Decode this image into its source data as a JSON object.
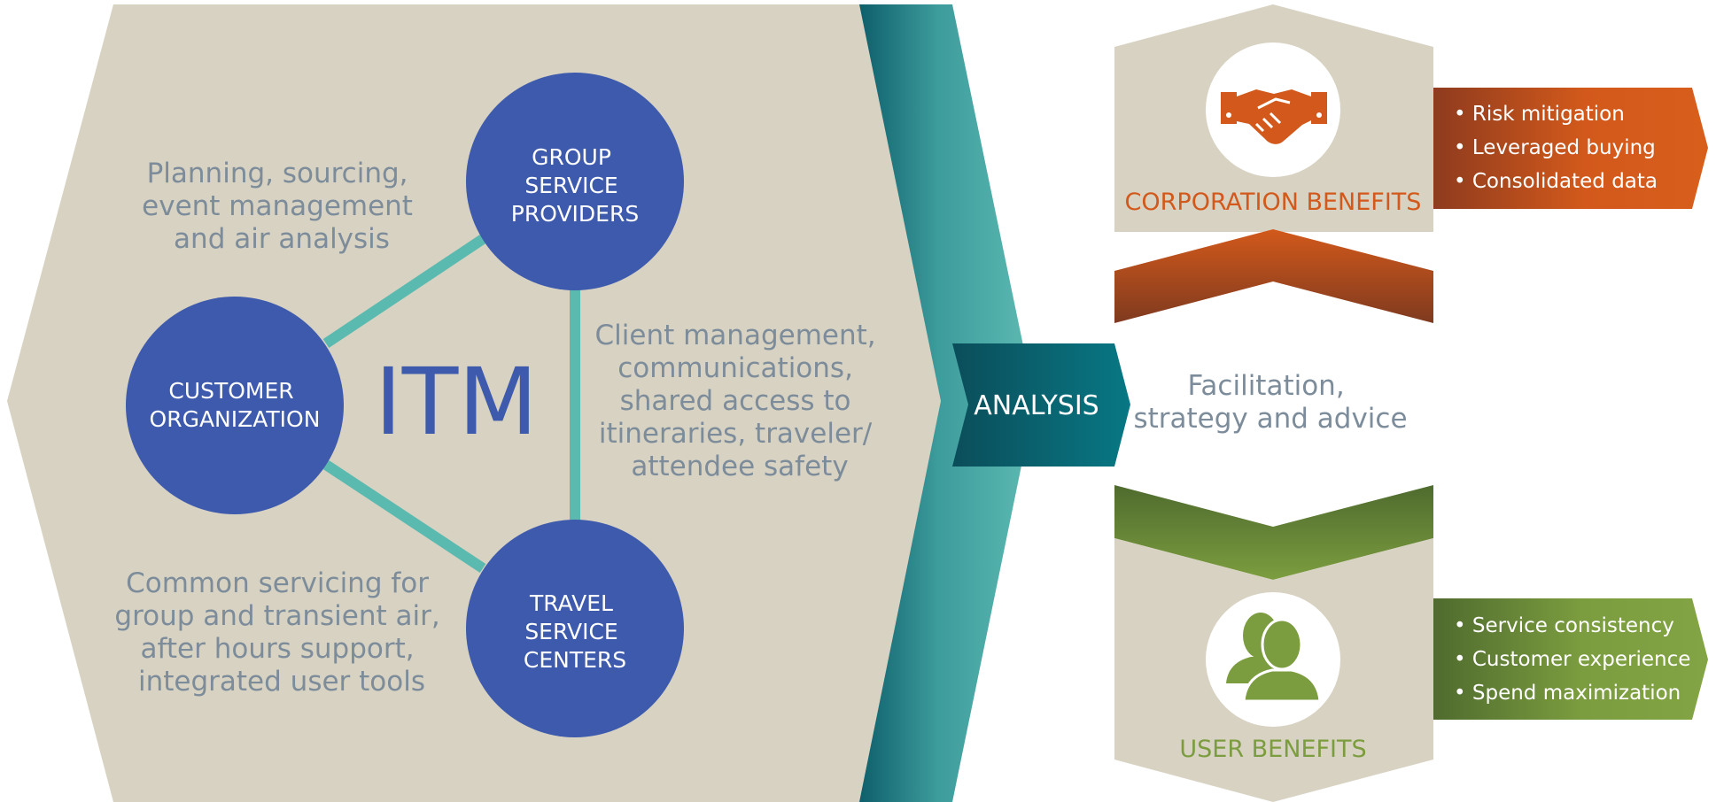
{
  "colors": {
    "beige": "#d8d2c2",
    "blue": "#3d5aad",
    "teal": "#5bbab0",
    "teal_dark": "#0e5f6b",
    "orange": "#d2591b",
    "orange_dark": "#8e3b1e",
    "green": "#7c9d3f",
    "green_dark": "#4f6b2e",
    "grey_text": "#7c8c9a"
  },
  "hub": {
    "center_label": "ITM",
    "nodes": {
      "group": [
        "GROUP",
        "SERVICE",
        "PROVIDERS"
      ],
      "customer": [
        "CUSTOMER",
        "ORGANIZATION"
      ],
      "travel": [
        "TRAVEL",
        "SERVICE",
        "CENTERS"
      ]
    },
    "descriptions": {
      "planning": [
        "Planning, sourcing,",
        "event management",
        "and air analysis"
      ],
      "client": [
        "Client management,",
        "communications,",
        "shared access to",
        "itineraries, traveler/",
        "attendee safety"
      ],
      "common": [
        "Common servicing for",
        "group and transient air,",
        "after hours support,",
        "integrated user tools"
      ]
    }
  },
  "analysis": {
    "label": "ANALYSIS",
    "description": [
      "Facilitation,",
      "strategy and advice"
    ]
  },
  "corporation": {
    "title": "CORPORATION BENEFITS",
    "icon": "handshake-icon",
    "bullets": [
      "• Risk mitigation",
      "• Leveraged buying",
      "• Consolidated data"
    ]
  },
  "user": {
    "title": "USER BENEFITS",
    "icon": "users-icon",
    "bullets": [
      "• Service consistency",
      "• Customer experience",
      "• Spend maximization"
    ]
  }
}
